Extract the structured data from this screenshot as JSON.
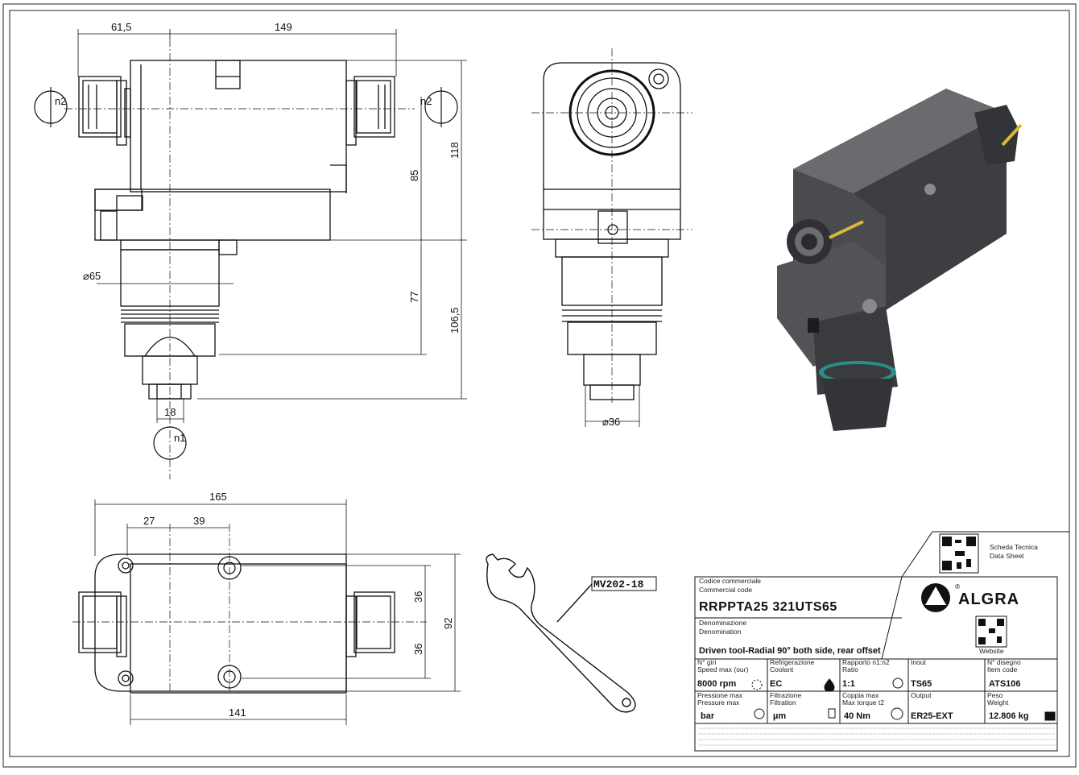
{
  "dimensions": {
    "top_width_left": "61,5",
    "top_width_right": "149",
    "height_85": "85",
    "height_118": "118",
    "height_77": "77",
    "height_106": "106,5",
    "dia_65": "65",
    "width_18": "18",
    "dia_36": "36",
    "bottom_165": "165",
    "bottom_27": "27",
    "bottom_39": "39",
    "bottom_141": "141",
    "side_36a": "36",
    "side_36b": "36",
    "side_92": "92"
  },
  "rotation_labels": {
    "n2_left": "n2",
    "n2_right": "n2",
    "n1": "n1"
  },
  "wrench_code": "MV202-18",
  "datasheet": {
    "label_it": "Scheda Tecnica",
    "label_en": "Data Sheet",
    "website_label": "Website"
  },
  "brand": {
    "name": "ALGRA",
    "registered": "®"
  },
  "title_block": {
    "code_label_it": "Codice commerciale",
    "code_label_en": "Commercial code",
    "code_value": "RRPPTA25 321UTS65",
    "denom_label_it": "Denominazione",
    "denom_label_en": "Denomination",
    "denom_value": "Driven tool-Radial 90° both side, rear offset",
    "row1": [
      {
        "it": "N° giri",
        "en": "Speed max (our)",
        "value": "8000 rpm"
      },
      {
        "it": "Refrigerazione",
        "en": "Coolant",
        "value": "EC"
      },
      {
        "it": "Rapporto n1:n2",
        "en": "Ratio",
        "value": "1:1"
      },
      {
        "it": "Inout",
        "en": "",
        "value": "TS65"
      },
      {
        "it": "N° disegno",
        "en": "Item code",
        "value": "ATS106"
      }
    ],
    "row2": [
      {
        "it": "Pressione max",
        "en": "Pressure max",
        "value": "bar"
      },
      {
        "it": "Filtrazione",
        "en": "Filtration",
        "value": "µm"
      },
      {
        "it": "Coppia max",
        "en": "Max torque t2",
        "value": "40 Nm"
      },
      {
        "it": "Output",
        "en": "",
        "value": "ER25-EXT"
      },
      {
        "it": "Peso",
        "en": "Weight",
        "value": "12.806 kg"
      }
    ]
  },
  "colors": {
    "line": "#111111",
    "body_dark": "#3e3e40",
    "body_mid": "#56575a",
    "teal_ring": "#2a8f8a",
    "gold_pin": "#d8b73a"
  }
}
